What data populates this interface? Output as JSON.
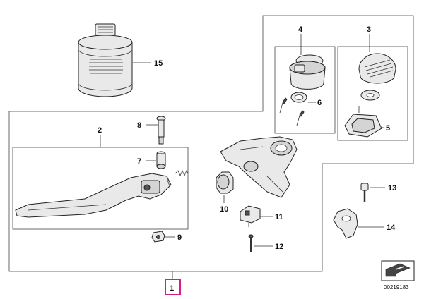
{
  "diagram": {
    "callouts": {
      "p1": "1",
      "p2": "2",
      "p3": "3",
      "p4": "4",
      "p5": "5",
      "p6": "6",
      "p7": "7",
      "p8": "8",
      "p9": "9",
      "p10": "10",
      "p11": "11",
      "p12": "12",
      "p13": "13",
      "p14": "14",
      "p15": "15"
    },
    "drawing_number": "00219183",
    "colors": {
      "highlight": "#d81b8c",
      "line": "#333333"
    }
  }
}
